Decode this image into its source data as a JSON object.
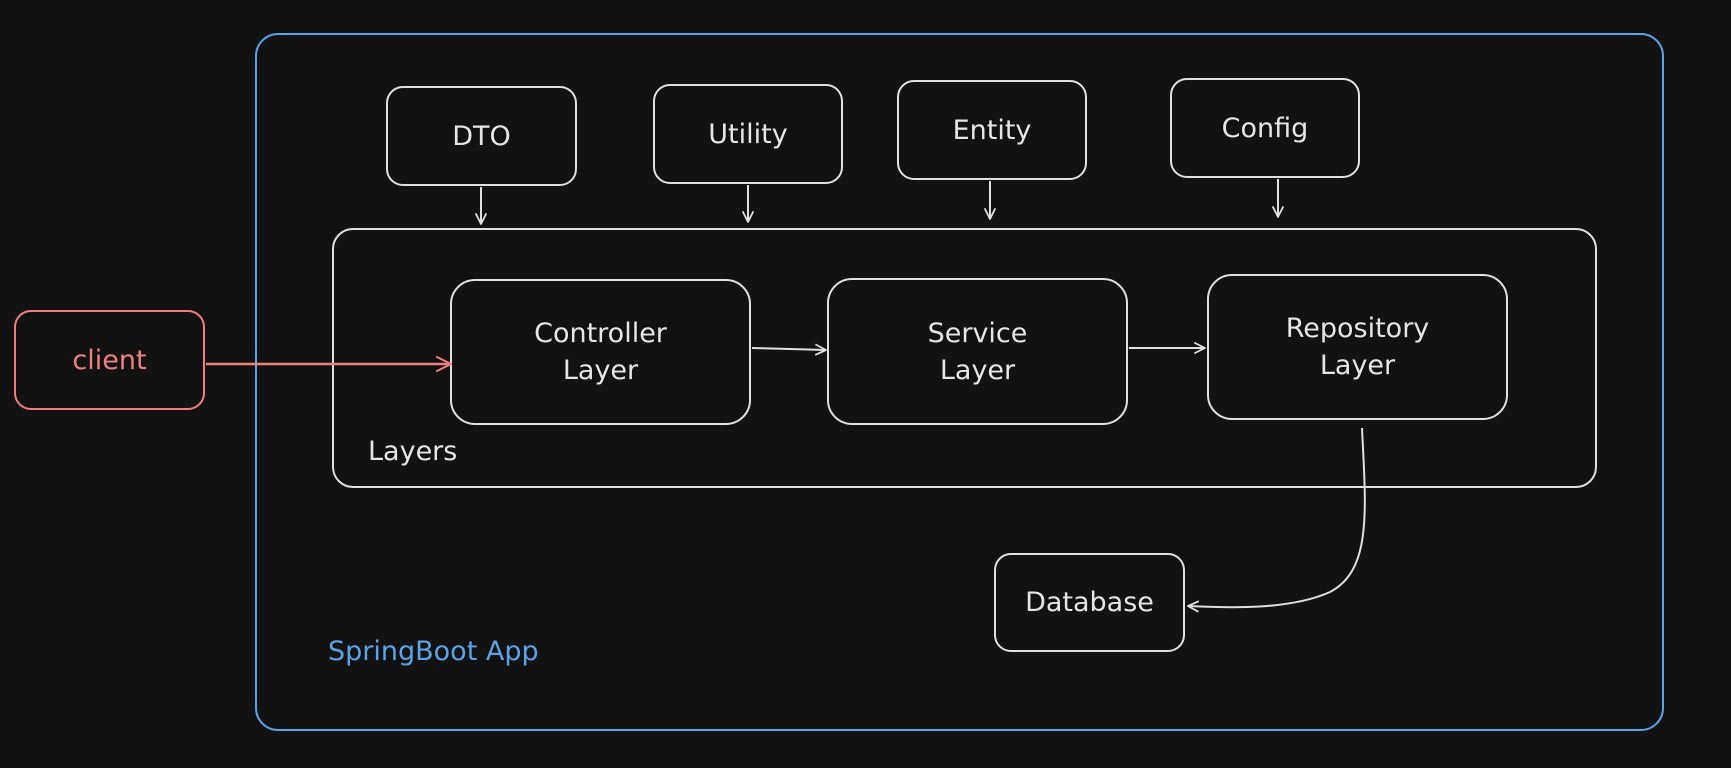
{
  "colors": {
    "background": "#121212",
    "stroke": "#e0e0e0",
    "app_border": "#5ba2e6",
    "client": "#f08080"
  },
  "client": {
    "label": "client"
  },
  "app": {
    "label": "SpringBoot App"
  },
  "layers_group": {
    "label": "Layers"
  },
  "support": {
    "dto": "DTO",
    "utility": "Utility",
    "entity": "Entity",
    "config": "Config"
  },
  "layers": {
    "controller": {
      "line1": "Controller",
      "line2": "Layer"
    },
    "service": {
      "line1": "Service",
      "line2": "Layer"
    },
    "repository": {
      "line1": "Repository",
      "line2": "Layer"
    }
  },
  "database": {
    "label": "Database"
  }
}
